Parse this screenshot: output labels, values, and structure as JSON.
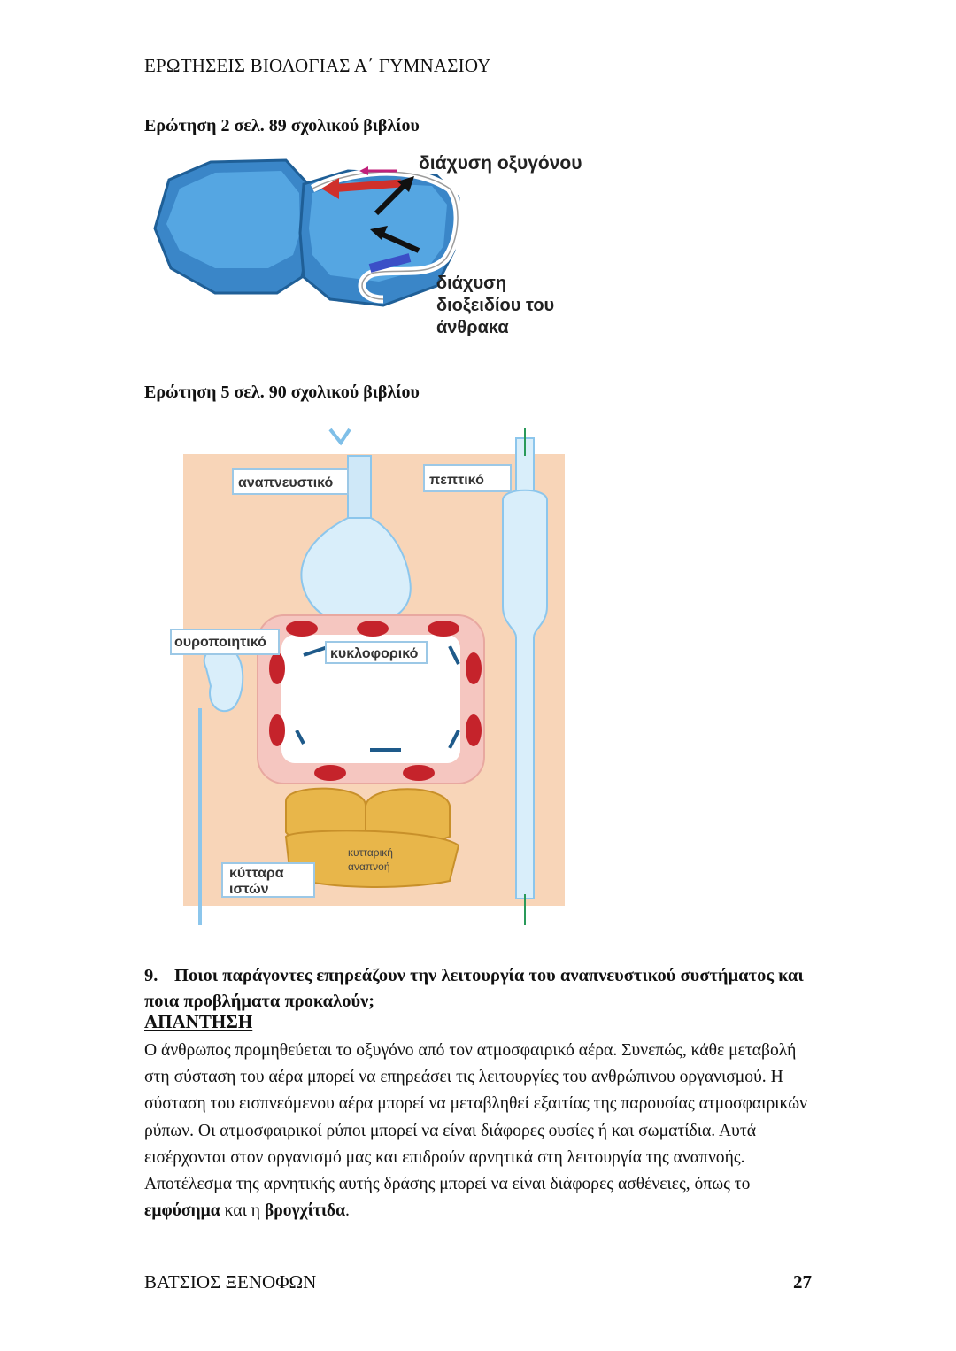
{
  "header": {
    "title": "ΕΡΩΤΗΣΕΙΣ ΒΙΟΛΟΓΙΑΣ Α΄ ΓΥΜΝΑΣΙΟΥ"
  },
  "question2_ref": "Ερώτηση 2 σελ. 89 σχολικού βιβλίου",
  "figure1": {
    "label_oxygen": "διάχυση οξυγόνου",
    "label_co2_line1": "διάχυση",
    "label_co2_line2": "διοξειδίου του",
    "label_co2_line3": "άνθρακα"
  },
  "question5_ref": "Ερώτηση 5 σελ. 90 σχολικού βιβλίου",
  "figure2": {
    "respiratory": "αναπνευστικό",
    "digestive": "πεπτικό",
    "urinary": "ουροποιητικό",
    "circulatory": "κυκλοφορικό",
    "tissue_cells_line1": "κύτταρα",
    "tissue_cells_line2": "ιστών",
    "cell_respiration_line1": "κυτταρική",
    "cell_respiration_line2": "αναπνοή"
  },
  "question9": {
    "number": "9.",
    "text": "Ποιοι παράγοντες επηρεάζουν την λειτουργία του αναπνευστικού συστήματος και ποια προβλήματα προκαλούν;"
  },
  "answer": {
    "label": "ΑΠΑΝΤΗΣΗ",
    "text_before": "Ο άνθρωπος προμηθεύεται το οξυγόνο από τον ατμοσφαιρικό αέρα. Συνεπώς, κάθε μεταβολή στη σύσταση του αέρα μπορεί να επηρεάσει τις λειτουργίες του ανθρώπινου οργανισμού. Η σύσταση του εισπνεόμενου αέρα μπορεί να μεταβληθεί εξαιτίας της παρουσίας ατμοσφαιρικών ρύπων. Οι ατμοσφαιρικοί ρύποι μπορεί να είναι διάφορες ουσίες ή και σωματίδια. Αυτά εισέρχονται στον οργανισμό μας και επιδρούν αρνητικά στη λειτουργία της αναπνοής. Αποτέλεσμα της αρνητικής αυτής δράσης μπορεί να είναι διάφορες ασθένειες, όπως το ",
    "term1": "εμφύσημα",
    "connector": " και η ",
    "term2": "βρογχίτιδα",
    "text_end": "."
  },
  "footer": {
    "author": "ΒΑΤΣΙΟΣ ΞΕΝΟΦΩΝ",
    "page_number": "27"
  }
}
